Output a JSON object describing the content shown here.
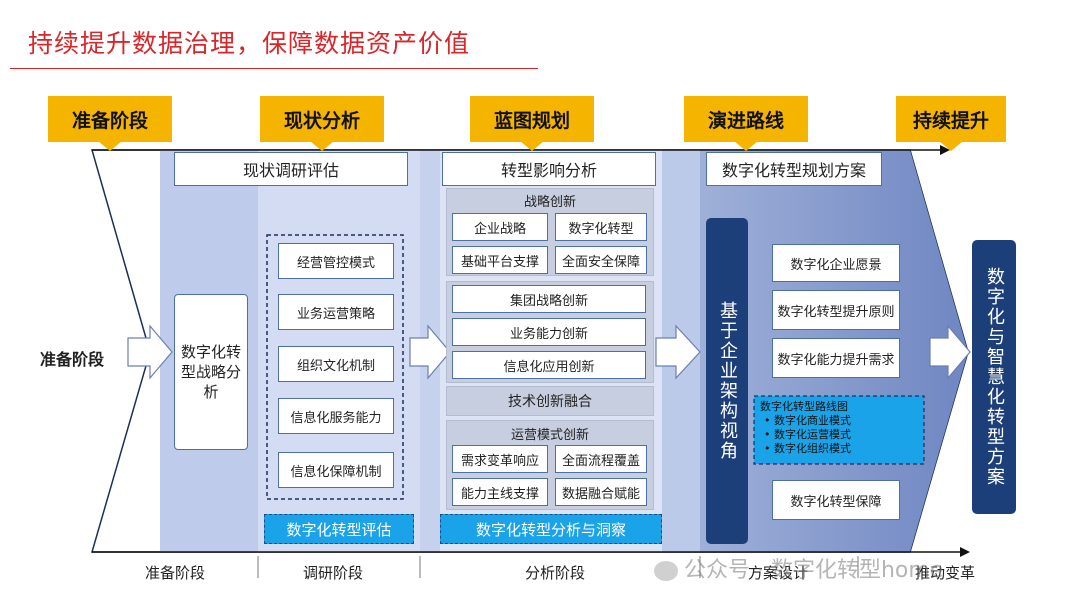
{
  "title": "持续提升数据治理，保障数据资产价值",
  "phases": [
    "准备阶段",
    "现状分析",
    "蓝图规划",
    "演进路线",
    "持续提升"
  ],
  "left_label": "准备阶段",
  "prep": {
    "box": "数字化转型战略分析"
  },
  "survey": {
    "header": "现状调研评估",
    "items": [
      "经营管控模式",
      "业务运营策略",
      "组织文化机制",
      "信息化服务能力",
      "信息化保障机制"
    ],
    "banner": "数字化转型评估"
  },
  "analysis": {
    "header": "转型影响分析",
    "strategy": {
      "title": "战略创新",
      "items": [
        "企业战略",
        "数字化转型",
        "基础平台支撑",
        "全面安全保障"
      ]
    },
    "group_items": [
      "集团战略创新",
      "业务能力创新",
      "信息化应用创新"
    ],
    "tech": "技术创新融合",
    "ops": {
      "title": "运营模式创新",
      "items": [
        "需求变革响应",
        "全面流程覆盖",
        "能力主线支撑",
        "数据融合赋能"
      ]
    },
    "banner": "数字化转型分析与洞察"
  },
  "plan": {
    "header": "数字化转型规划方案",
    "vertical": "基于企业架构视角",
    "items": [
      "数字化企业愿景",
      "数字化转型提升原则",
      "数字化能力提升需求"
    ],
    "roadmap": {
      "title": "数字化转型路线图",
      "bullets": [
        "数字化商业模式",
        "数字化运营模式",
        "数字化组织模式"
      ]
    },
    "guarantee": "数字化转型保障"
  },
  "result": "数字化与智慧化转型方案",
  "stages": [
    "准备阶段",
    "调研阶段",
    "分析阶段",
    "方案设计",
    "推动变革"
  ],
  "watermark": "公众号 · 数字化转型home",
  "colors": {
    "title_red": "#d9262a",
    "tag_yellow": "#f4b400",
    "navy": "#1c3f7a",
    "banner_blue": "#1aa3e8"
  }
}
